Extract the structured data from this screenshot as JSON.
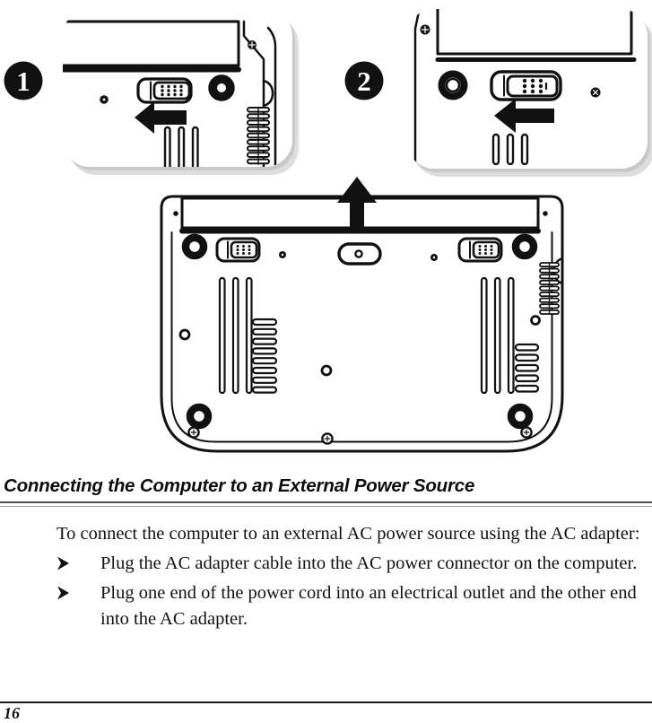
{
  "page": {
    "heading": "Connecting the Computer to an External Power Source",
    "intro": "To connect the computer to an external AC power source using the AC adapter:",
    "bullets": [
      "Plug the AC adapter cable into the AC power connector on the computer.",
      "Plug one end of the power cord into an electrical outlet and the other end into the AC adapter."
    ],
    "page_number": "16"
  },
  "figure": {
    "step1_label": "1",
    "step2_label": "2",
    "icons": {
      "bullet": "black-right-arrowhead",
      "slide_arrow": "left-arrow",
      "lift_arrow": "up-arrow"
    },
    "colors": {
      "ink": "#111111",
      "shadow": "#c9c9c9",
      "paper": "#ffffff"
    }
  }
}
